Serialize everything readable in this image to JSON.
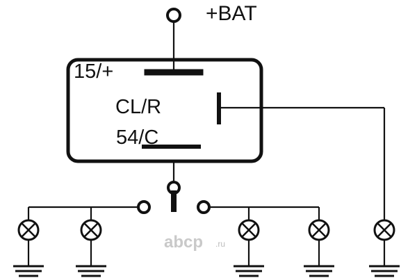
{
  "diagram": {
    "supply_label": "+BAT",
    "terminals": {
      "t15": "15/+",
      "tclr": "CL/R",
      "t54": "54/C"
    },
    "lamp_count": 5,
    "ground_count": 5
  },
  "watermark": {
    "brand": "abcp",
    "tld": ".ru"
  }
}
